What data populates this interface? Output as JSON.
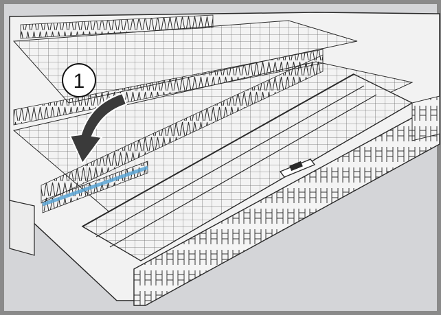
{
  "figure": {
    "step_marker": "1",
    "colors": {
      "frame": "#8a8a8a",
      "background": "#d4d5d8",
      "rack": "#f2f2f2",
      "outline": "#2a2a2a",
      "highlight": "#5aa6d6",
      "arrow": "#3a3a3a"
    },
    "elements": [
      "dishwasher-rack",
      "fold-down-tines",
      "step-callout",
      "fold-arrow",
      "handle-clip"
    ]
  }
}
